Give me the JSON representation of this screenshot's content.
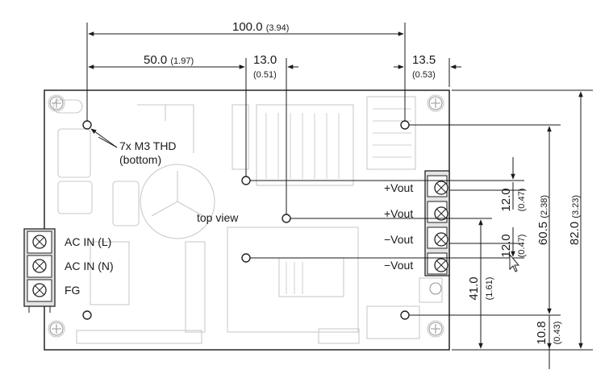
{
  "dimensions": {
    "width_total": {
      "mm": "100.0",
      "in": "(3.94)"
    },
    "width_half": {
      "mm": "50.0",
      "in": "(1.97)"
    },
    "offset_center": {
      "mm": "13.0",
      "in": "(0.51)"
    },
    "offset_right": {
      "mm": "13.5",
      "in": "(0.53)"
    },
    "height_total": {
      "mm": "82.0",
      "in": "(3.23)"
    },
    "height_upper": {
      "mm": "60.5",
      "in": "(2.38)"
    },
    "height_mid": {
      "mm": "41.0",
      "in": "(1.61)"
    },
    "height_bottom": {
      "mm": "10.8",
      "in": "(0.43)"
    },
    "pitch_a": {
      "mm": "12.0",
      "in": "(0.47)"
    },
    "pitch_b": {
      "mm": "12.0",
      "in": "(0.47)"
    }
  },
  "notes": {
    "mount": "7x M3 THD",
    "mount_sub": "(bottom)",
    "view": "top view"
  },
  "output_terminals": [
    "+Vout",
    "+Vout",
    "−Vout",
    "−Vout"
  ],
  "input_terminals": [
    "AC IN (L)",
    "AC IN (N)",
    "FG"
  ],
  "icons": {
    "cursor": "mouse-pointer-icon",
    "screw": "screw-terminal-icon",
    "hole": "mounting-hole-icon"
  }
}
